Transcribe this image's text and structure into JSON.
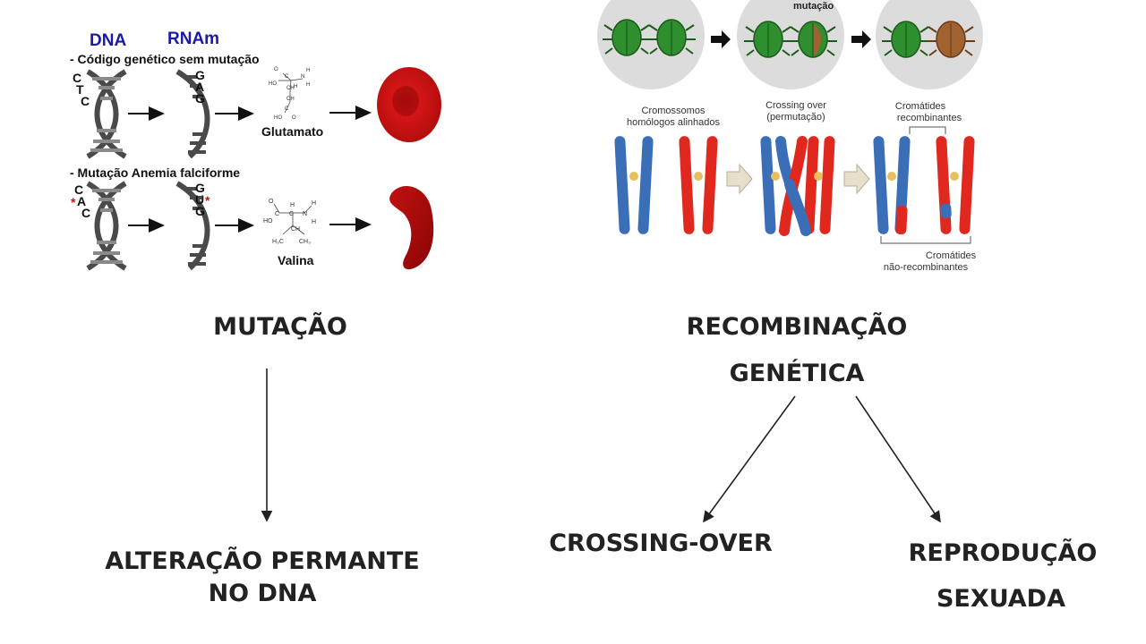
{
  "mutation_panel": {
    "dna_label": "DNA",
    "rnam_label": "RNAm",
    "normal_caption": "- Código genético sem mutação",
    "normal_dna_bases": [
      "C",
      "T",
      "C"
    ],
    "normal_rna_bases": [
      "G",
      "A",
      "G"
    ],
    "normal_amino_acid": "Glutamato",
    "sickle_caption": "- Mutação Anemia falciforme",
    "sickle_dna_bases": [
      "C",
      "A",
      "C"
    ],
    "sickle_rna_bases": [
      "G",
      "U",
      "G"
    ],
    "mutation_mark": "*",
    "sickle_amino_acid": "Valina",
    "glutamate_atoms": [
      "O",
      "C",
      "N",
      "H",
      "HO",
      "H",
      "H",
      "CH",
      "CH",
      "C",
      "O",
      "HO"
    ],
    "valine_atoms": [
      "O",
      "C",
      "C",
      "N",
      "HO",
      "H",
      "H",
      "H",
      "CH",
      "H₃C",
      "CH₃"
    ]
  },
  "recombination_panel": {
    "beetle_mutation_label": "mutação",
    "homologous_label_line1": "Cromossomos",
    "homologous_label_line2": "homólogos alinhados",
    "crossing_label_line1": "Crossing over",
    "crossing_label_line2": "(permutação)",
    "recombinant_label_line1": "Cromátides",
    "recombinant_label_line2": "recombinantes",
    "nonrecombinant_label_line1": "Cromátides",
    "nonrecombinant_label_line2": "não-recombinantes"
  },
  "concept_map": {
    "mutation": "MUTAÇÃO",
    "mutation_result_line1": "ALTERAÇÃO PERMANTE",
    "mutation_result_line2": "NO DNA",
    "recombination_line1": "RECOMBINAÇÃO",
    "recombination_line2": "GENÉTICA",
    "crossing_over": "CROSSING-OVER",
    "reproduction_line1": "REPRODUÇÃO",
    "reproduction_line2": "SEXUADA"
  },
  "colors": {
    "dna_label": "#1a1aa6",
    "helix": "#555555",
    "mutation_mark": "#d01010",
    "red_cell": "#d51414",
    "beetle_green": "#2f8f2f",
    "beetle_brown": "#a0622e",
    "chromosome_blue": "#3a6fb8",
    "chromosome_red": "#e0281e",
    "centromere": "#e8c060"
  }
}
